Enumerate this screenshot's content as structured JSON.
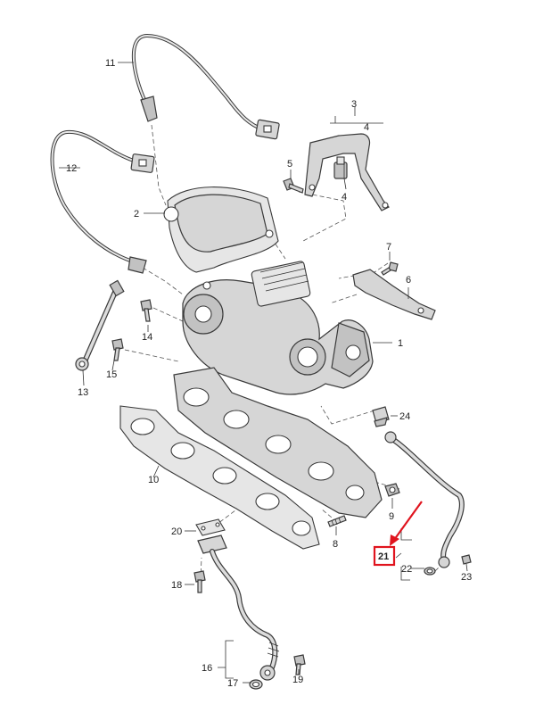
{
  "labels": {
    "p1": "1",
    "p2": "2",
    "p3": "3",
    "p4a": "4",
    "p4b": "4",
    "p5": "5",
    "p6": "6",
    "p7": "7",
    "p8": "8",
    "p9": "9",
    "p10": "10",
    "p11": "11",
    "p12": "12",
    "p13": "13",
    "p14": "14",
    "p15": "15",
    "p16": "16",
    "p17": "17",
    "p18": "18",
    "p19": "19",
    "p20": "20",
    "p21": "21",
    "p22": "22",
    "p23": "23",
    "p24": "24"
  },
  "highlight": {
    "part": "21",
    "color": "#e0141e"
  }
}
